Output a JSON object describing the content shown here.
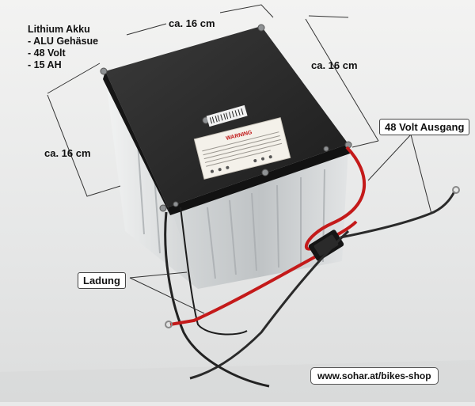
{
  "annotations": {
    "spec_lines": [
      "Lithium Akku",
      "- ALU Gehäsue",
      "- 48 Volt",
      "- 15 AH"
    ],
    "dim_top": "ca. 16 cm",
    "dim_right": "ca. 16 cm",
    "dim_left": "ca. 16 cm",
    "output_label": "48 Volt Ausgang",
    "charging_label": "Ladung",
    "website": "www.sohar.at/bikes-shop"
  },
  "battery_label": {
    "title": "WARNING"
  },
  "colors": {
    "background": "#e9eaea",
    "casing": "#d9dcdd",
    "lid": "#242424",
    "red_cable": "#c41a1a",
    "black_cable": "#222222",
    "label_bg": "#f4f1ea"
  }
}
